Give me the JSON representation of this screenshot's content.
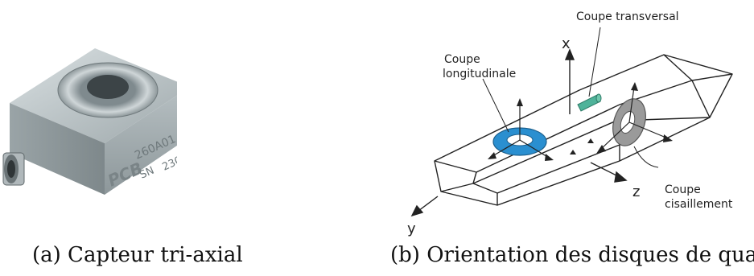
{
  "figure_a": {
    "caption": "(a) Capteur tri-axial",
    "photo_text": {
      "brand": "PCB",
      "model": "260A01",
      "serial_label": "SN",
      "serial_number": "230"
    }
  },
  "figure_b": {
    "caption": "(b) Orientation des disques de quartz",
    "labels": {
      "transverse_line1": "Coupe transversal",
      "longitudinal_line1": "Coupe",
      "longitudinal_line2": "longitudinale",
      "shear_line1": "Coupe",
      "shear_line2": "cisaillement",
      "axis_x": "x",
      "axis_y": "y",
      "axis_z": "z"
    }
  },
  "colors": {
    "quartz_blue": "#2a8fd0",
    "quartz_green": "#4fb39a",
    "quartz_grey": "#9a9a9a",
    "sensor_metal": "#a9b3b6"
  }
}
